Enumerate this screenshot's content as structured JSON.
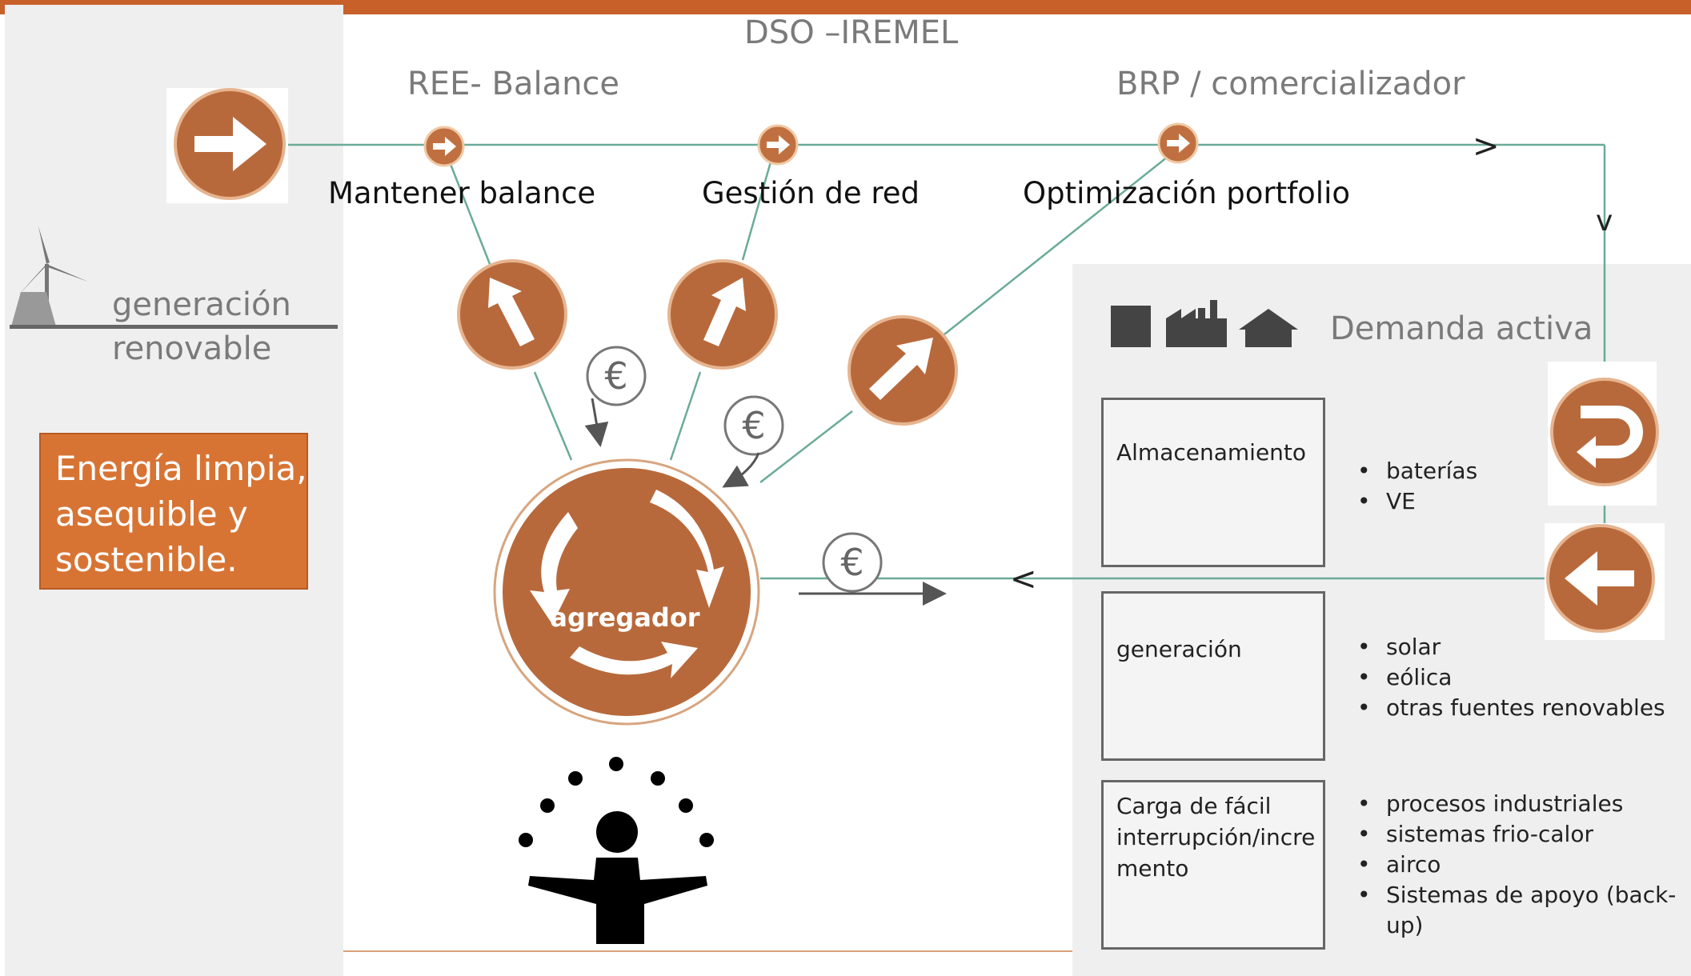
{
  "title": "DSO –IREMEL",
  "labels": {
    "ree": "REE- Balance",
    "brp": "BRP / comercializador",
    "mantener": "Mantener balance",
    "gestion": "Gestión de red",
    "optimizacion": "Optimización portfolio",
    "generacion_renovable_1": "generación",
    "generacion_renovable_2": "renovable",
    "demanda_activa": "Demanda activa",
    "agregador": "agregador"
  },
  "highlight": {
    "line1": "Energía limpia,",
    "line2": " asequible y",
    "line3": "sostenible."
  },
  "categories": [
    {
      "title_lines": [
        "Almacenamiento"
      ],
      "items": [
        "baterías",
        "VE"
      ]
    },
    {
      "title_lines": [
        "generación"
      ],
      "items": [
        "solar",
        "eólica",
        "otras fuentes renovables"
      ]
    },
    {
      "title_lines": [
        "Carga de fácil",
        "interrupción/incre",
        "mento"
      ],
      "items": [
        "procesos industriales",
        "sistemas frio-calor",
        "airco",
        "Sistemas de apoyo (back-",
        "up)"
      ]
    }
  ],
  "symbols": {
    "euro": "€",
    "chevron_right": ">",
    "chevron_down": "v",
    "chevron_left": "<"
  },
  "colors": {
    "brand_orange": "#c8602a",
    "circle_brown": "#b8693b",
    "line_green": "#6aab98",
    "panel_gray": "#efefef"
  }
}
